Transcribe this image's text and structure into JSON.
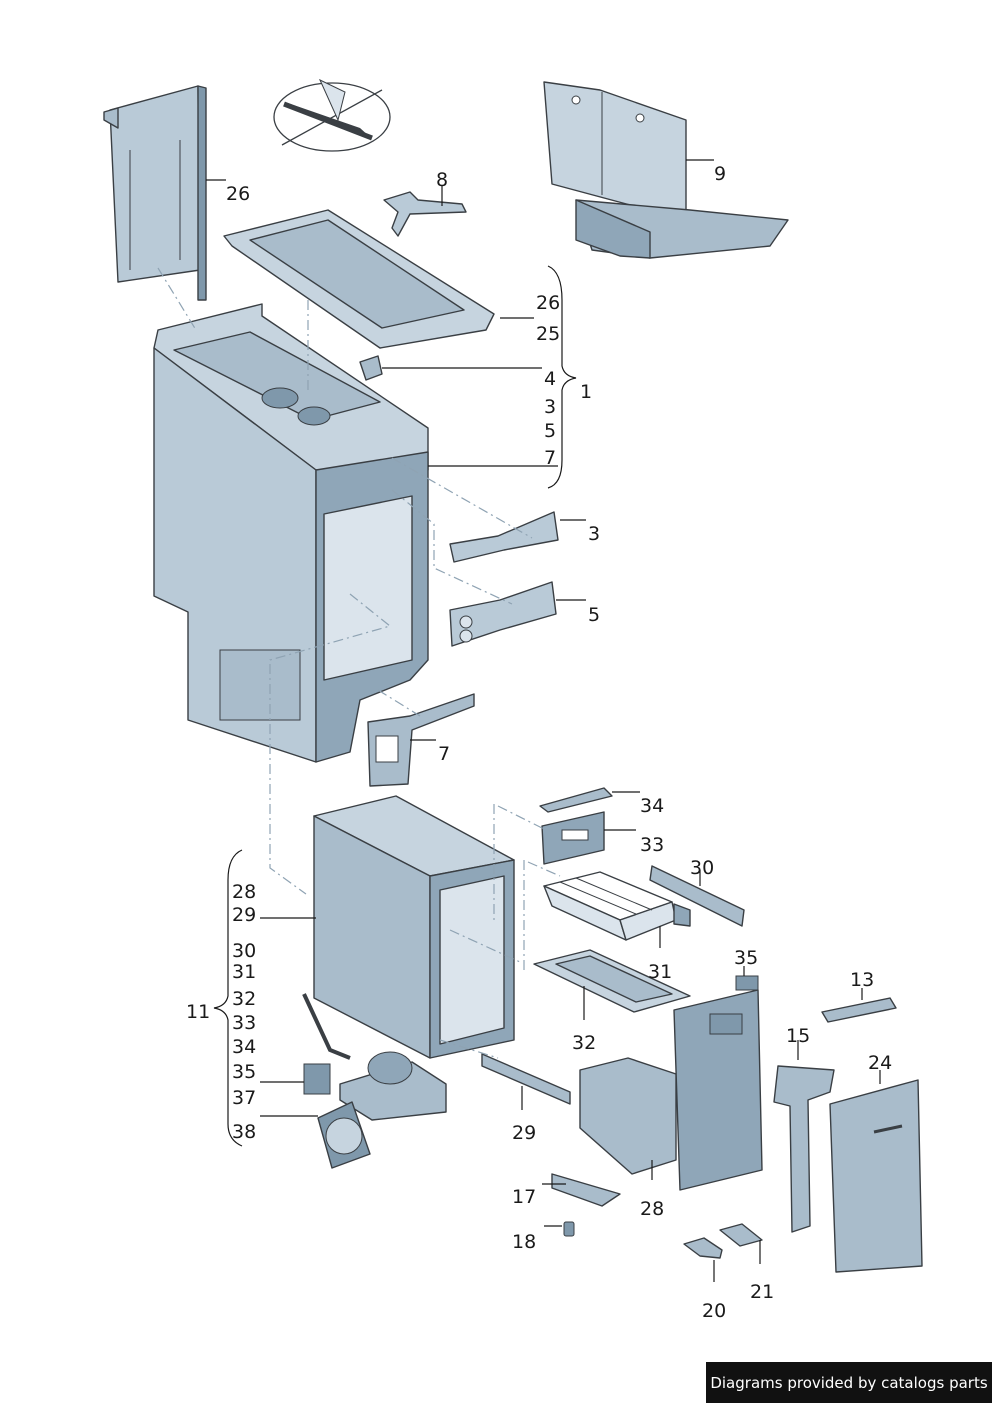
{
  "labels": {
    "l26a": "26",
    "l8": "8",
    "l9": "9",
    "l26b": "26",
    "l25": "25",
    "l4": "4",
    "l1": "1",
    "l3a": "3",
    "l5a": "5",
    "l7a": "7",
    "l3b": "3",
    "l5b": "5",
    "l7b": "7",
    "l34a": "34",
    "l33a": "33",
    "l30a": "30",
    "l28a": "28",
    "l29a": "29",
    "l30b": "30",
    "l31a": "31",
    "l11": "11",
    "l32a": "32",
    "l33b": "33",
    "l34b": "34",
    "l35a": "35",
    "l37": "37",
    "l38": "38",
    "l31b": "31",
    "l35b": "35",
    "l13": "13",
    "l15": "15",
    "l24": "24",
    "l32b": "32",
    "l29b": "29",
    "l28b": "28",
    "l17": "17",
    "l18": "18",
    "l20": "20",
    "l21": "21"
  },
  "credit": "Diagrams provided by catalogs parts",
  "colors": {
    "part_light": "#dbe4ec",
    "part_mid": "#a9bccb",
    "part_dark": "#7f98ab",
    "line": "#3a3f44"
  }
}
